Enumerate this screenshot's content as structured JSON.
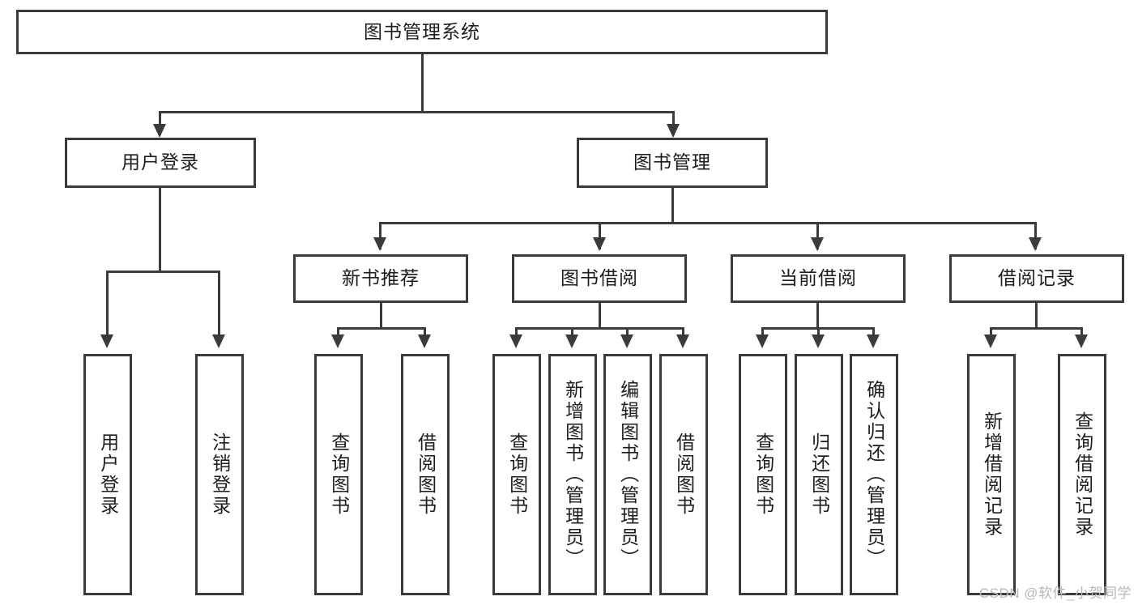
{
  "diagram": {
    "type": "tree",
    "title": "图书管理系统",
    "watermark": "CSDN @软件_小贺同学",
    "colors": {
      "stroke": "#3b3b3b",
      "fill": "#ffffff",
      "text": "#1d1d1d",
      "watermark": "#b9b9b9"
    },
    "nodes": {
      "root": "图书管理系统",
      "level2": [
        {
          "label": "用户登录"
        },
        {
          "label": "图书管理"
        }
      ],
      "level3": [
        {
          "label": "新书推荐"
        },
        {
          "label": "图书借阅"
        },
        {
          "label": "当前借阅"
        },
        {
          "label": "借阅记录"
        }
      ],
      "leaves": {
        "user_login": [
          {
            "label": "用户登录"
          },
          {
            "label": "注销登录"
          }
        ],
        "new_book": [
          {
            "label": "查询图书"
          },
          {
            "label": "借阅图书"
          }
        ],
        "book_borrow": [
          {
            "label": "查询图书"
          },
          {
            "label": "新增图书（管理员）"
          },
          {
            "label": "编辑图书（管理员）"
          },
          {
            "label": "借阅图书"
          }
        ],
        "current_borrow": [
          {
            "label": "查询图书"
          },
          {
            "label": "归还图书"
          },
          {
            "label": "确认归还（管理员）"
          }
        ],
        "borrow_record": [
          {
            "label": "新增借阅记录"
          },
          {
            "label": "查询借阅记录"
          }
        ]
      }
    }
  }
}
